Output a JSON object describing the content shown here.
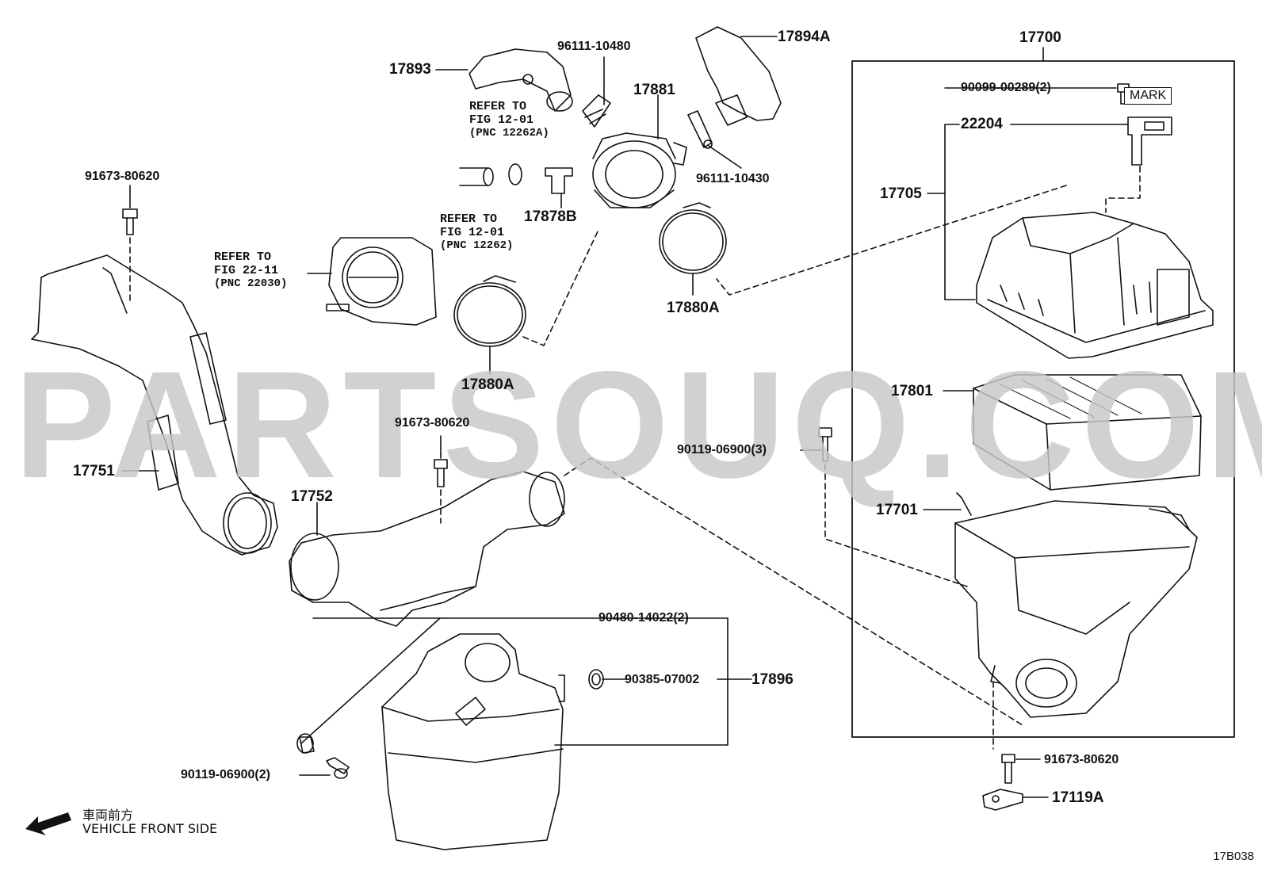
{
  "watermark": "PARTSOUQ.COM",
  "figure_code": "17B038",
  "mark_label": "MARK",
  "direction": {
    "japanese": "車両前方",
    "english": "VEHICLE FRONT SIDE",
    "arrow_icon": "left-arrow-icon"
  },
  "callouts": {
    "c17700": "17700",
    "c17893": "17893",
    "c96111_10480": "96111-10480",
    "c17894A": "17894A",
    "c17881": "17881",
    "c90099": "90099-00289(2)",
    "c22204": "22204",
    "c17705": "17705",
    "c91673_left": "91673-80620",
    "c96111_10430": "96111-10430",
    "c17878B": "17878B",
    "c17880A_right": "17880A",
    "c17880A_left": "17880A",
    "c17801": "17801",
    "c91673_mid": "91673-80620",
    "c90119_3": "90119-06900(3)",
    "c17751": "17751",
    "c17752": "17752",
    "c17701": "17701",
    "c90480": "90480-14022(2)",
    "c90385": "90385-07002",
    "c17896": "17896",
    "c90119_2": "90119-06900(2)",
    "c91673_right": "91673-80620",
    "c17119A": "17119A"
  },
  "notes": {
    "n1": {
      "line1": "REFER TO",
      "line2": "FIG 12-01",
      "line3": "(PNC 12262A)"
    },
    "n2": {
      "line1": "REFER TO",
      "line2": "FIG 12-01",
      "line3": "(PNC 12262)"
    },
    "n3": {
      "line1": "REFER TO",
      "line2": "FIG 22-11",
      "line3": "(PNC 22030)"
    }
  },
  "colors": {
    "ink": "#111111",
    "watermark": "#c8c8c8",
    "background": "#ffffff"
  }
}
